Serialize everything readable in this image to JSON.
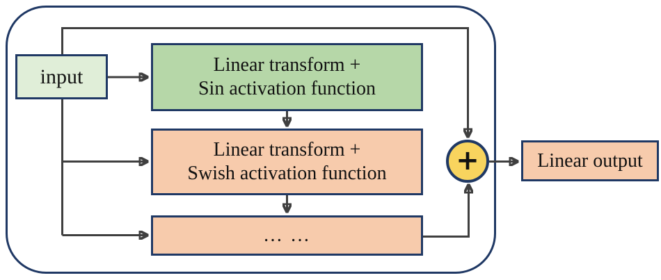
{
  "diagram": {
    "type": "flow-diagram",
    "input": {
      "label": "input",
      "fill": "#e0eed8"
    },
    "blocks": [
      {
        "name": "sin-block",
        "lines": [
          "Linear transform +",
          "Sin activation function"
        ],
        "fill": "#b6d7a8"
      },
      {
        "name": "swish-block",
        "lines": [
          "Linear transform +",
          "Swish activation function"
        ],
        "fill": "#f7cbac"
      },
      {
        "name": "rest-block",
        "lines": [
          "… …"
        ],
        "fill": "#f7cbac"
      }
    ],
    "sum": {
      "label": "+",
      "fill": "#f8d45e"
    },
    "output": {
      "label": "Linear output",
      "fill": "#f7cbac"
    },
    "colors": {
      "border_navy": "#1f3864",
      "arrow_gray": "#3f3f3f",
      "background": "#ffffff"
    },
    "edges": [
      {
        "from": "input",
        "to": "sin-block"
      },
      {
        "from": "input",
        "to": "swish-block"
      },
      {
        "from": "input",
        "to": "rest-block"
      },
      {
        "from": "input",
        "to": "sum",
        "via": "top-skip-connection"
      },
      {
        "from": "sin-block",
        "to": "swish-block"
      },
      {
        "from": "swish-block",
        "to": "rest-block"
      },
      {
        "from": "rest-block",
        "to": "sum"
      },
      {
        "from": "sum",
        "to": "output"
      }
    ]
  }
}
